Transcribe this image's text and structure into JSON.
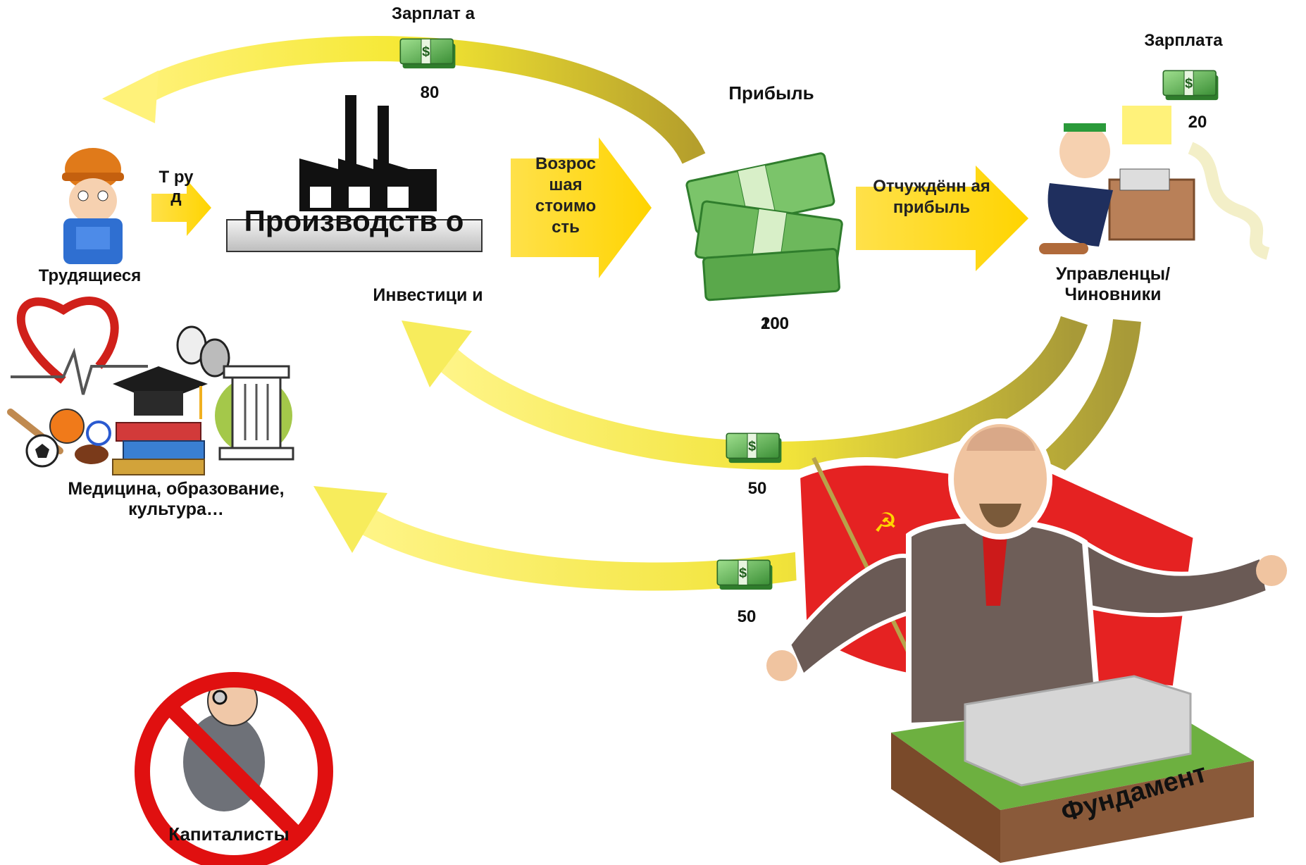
{
  "labels": {
    "salary_left": "Зарплат а",
    "salary_left_amount": "80",
    "salary_right": "Зарплата",
    "salary_right_amount": "20",
    "profit": "Прибыль",
    "profit_amount_a": "200",
    "profit_amount_b": "100",
    "workers": "Трудящиеся",
    "labor": "Т ру д",
    "production": "Производств о",
    "grown_value": "Возрос шая стоимо сть",
    "alienated_profit": "Отчуждённ ая прибыль",
    "managers": "Управленцы/ Чиновники",
    "investments": "Инвестици и",
    "social": "Медицина, образование, культура…",
    "amount_mid": "50",
    "amount_low": "50",
    "capitalists": "Капиталисты",
    "foundation": "Фундамент"
  },
  "icons": [
    "worker-icon",
    "factory-icon",
    "money-stack-icon",
    "manager-icon",
    "heart-pulse-icon",
    "graduation-cap-icon",
    "theater-masks-icon",
    "column-icon",
    "sports-balls-icon",
    "no-capitalist-icon",
    "lenin-figure-icon",
    "red-flag-icon",
    "foundation-block-icon"
  ],
  "colors": {
    "arrow_yellow": "#f2e600",
    "arrow_olive": "#b7a53a",
    "money_green": "#3d9a3a",
    "flag_red": "#d81e1e",
    "forbid_red": "#e01010"
  }
}
